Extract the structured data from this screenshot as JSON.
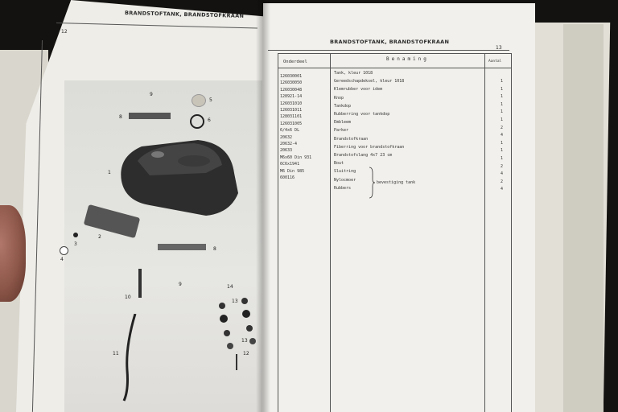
{
  "left_page": {
    "page_number": "12",
    "title": "BRANDSTOFTANK, BRANDSTOFKRAAN",
    "callouts": [
      "9",
      "5",
      "8",
      "6",
      "1",
      "2",
      "3",
      "4",
      "8",
      "9",
      "10",
      "14",
      "13",
      "11",
      "12",
      "13"
    ]
  },
  "right_page": {
    "page_number": "13",
    "title": "BRANDSTOFTANK, BRANDSTOFKRAAN",
    "col_headers": {
      "part_no": "Onderdeel",
      "description": "Benaming",
      "qty": "Aantal"
    },
    "part_numbers": [
      "126030001",
      "126030050",
      "126030048",
      "128921-14",
      "126031010",
      "126031011",
      "128031101",
      "126031005",
      "6/4x6 DL",
      "20632",
      "20632-4",
      "20633",
      "M6x60 Din 931",
      "6C6x1941",
      "M6 Din 985",
      "600116"
    ],
    "descriptions": [
      "Tank, kleur 1018",
      "Gereedschapdeksel, kleur 1018",
      "Klemrubber voor idem",
      "Knop",
      "Tankdop",
      "Rubberring voor tankdop",
      "Embleem",
      "Parker",
      "Brandstofkraan",
      "Fiberring voor brandstofkraan",
      "Brandstofslang 4x7 23 cm",
      "Bout",
      "Sluitring",
      "Nylocmoer",
      "Rubbers"
    ],
    "brace_label": "bevestiging tank",
    "quantities": [
      "1",
      "1",
      "1",
      "1",
      "1",
      "1",
      "2",
      "4",
      "1",
      "1",
      "1",
      "2",
      "4",
      "2",
      "4"
    ]
  }
}
